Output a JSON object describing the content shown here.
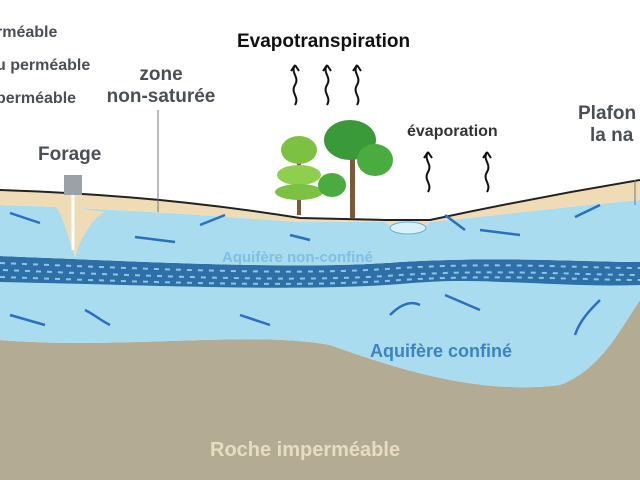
{
  "legend": [
    "rméable",
    "u perméable",
    "perméable"
  ],
  "labels": {
    "evapotranspiration": "Evapotranspiration",
    "zone_line1": "zone",
    "zone_line2": "non-saturée",
    "forage": "Forage",
    "evaporation": "évaporation",
    "plafond_line1": "Plafon",
    "plafond_line2": "la na",
    "unconfined": "Aquifère non-confiné",
    "confined": "Aquifère confiné",
    "rock": "Roche imperméable"
  },
  "colors": {
    "sand": "#efdcb6",
    "water": "#a9dcee",
    "permeable_band": "#2e6fa8",
    "rock": "#b3ab94",
    "arrow": "#2a6fc0"
  }
}
